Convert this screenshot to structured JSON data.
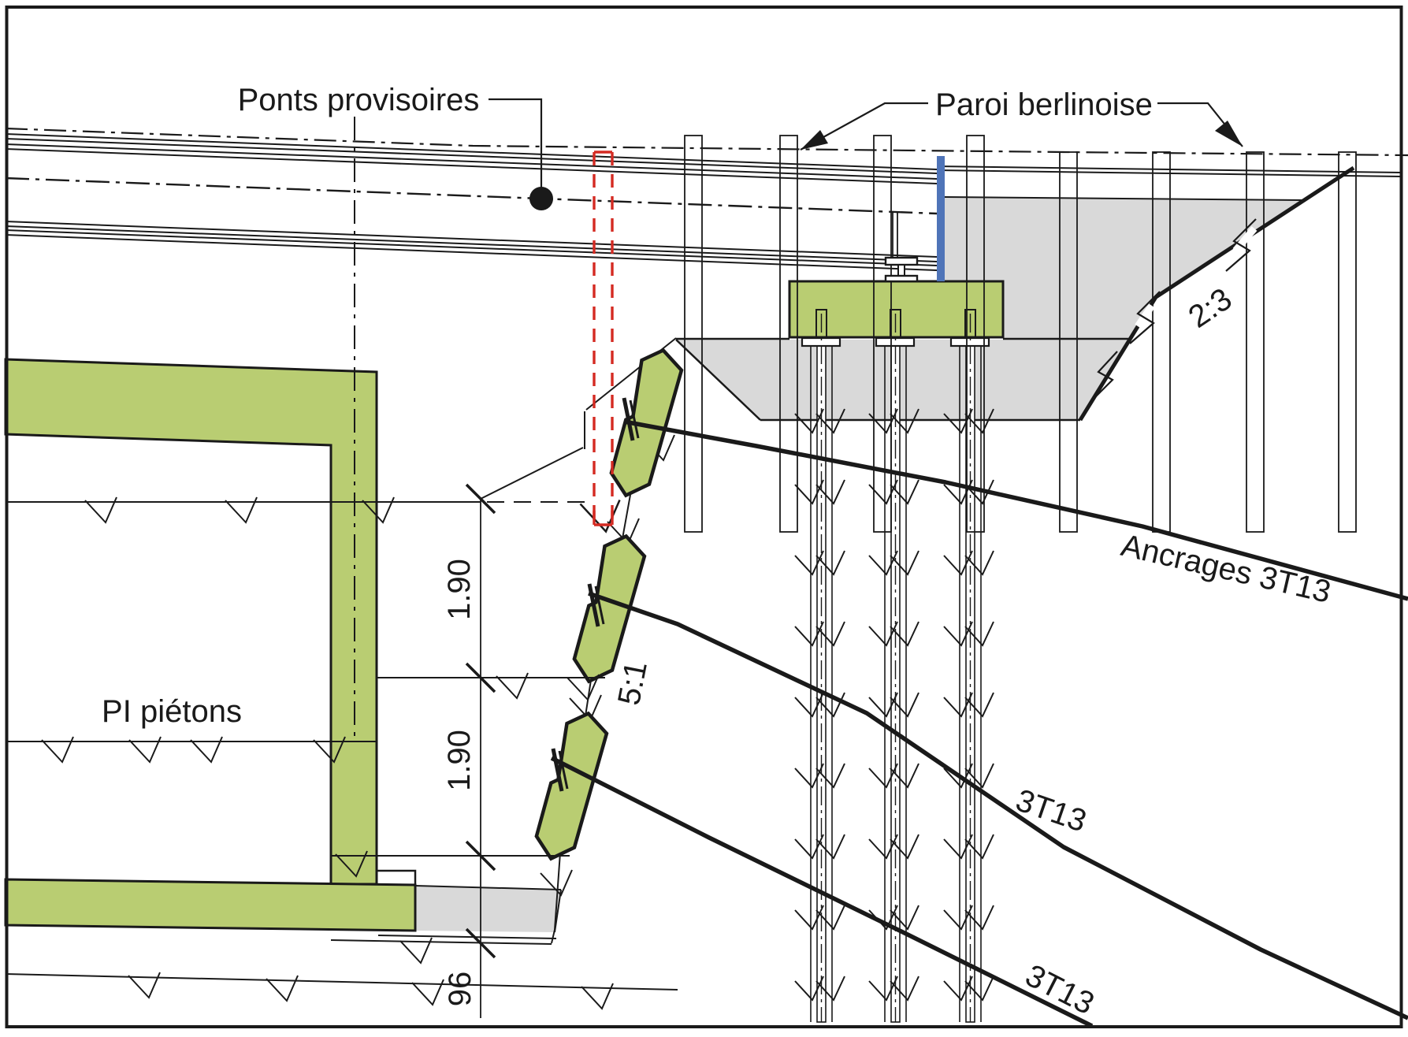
{
  "drawing": {
    "callouts": {
      "temporary_bridges": "Ponts provisoires",
      "berlin_wall": "Paroi berlinoise",
      "pedestrian_underpass": "PI piétons",
      "anchors_top": "Ancrages 3T13",
      "anchors_middle": "3T13",
      "anchors_bottom": "3T13"
    },
    "slopes": {
      "right_slope": "2:3",
      "left_slope": "5:1"
    },
    "dimensions": {
      "upper_offset": "1.90",
      "lower_offset": "1.90",
      "base_offset": "96"
    }
  },
  "colors": {
    "green": "#b9cd72",
    "soil-gray": "#d9d9d9",
    "marker-red": "#d42a22",
    "lagging-blue": "#4f74b8",
    "ink": "#1a1a1a"
  }
}
